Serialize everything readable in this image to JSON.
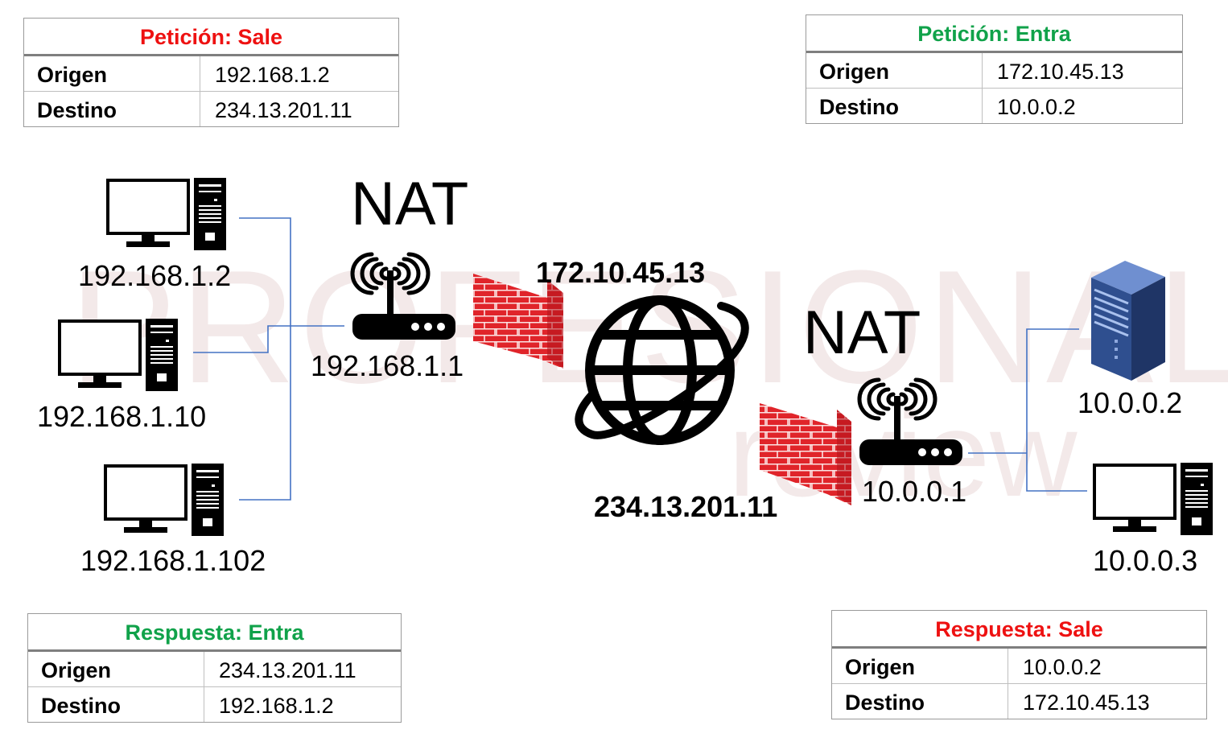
{
  "watermark": {
    "line1": "PROFESIONAL",
    "line2": "review"
  },
  "colors": {
    "sale": "#ee1111",
    "entra": "#10a24a",
    "link": "#4472c4",
    "firewall": "#e0242a",
    "server": "#2f4f8f"
  },
  "tables": {
    "top_left": {
      "title": "Petición: Sale",
      "rows": [
        {
          "key": "Origen",
          "value": "192.168.1.2"
        },
        {
          "key": "Destino",
          "value": "234.13.201.11"
        }
      ]
    },
    "top_right": {
      "title": "Petición: Entra",
      "rows": [
        {
          "key": "Origen",
          "value": "172.10.45.13"
        },
        {
          "key": "Destino",
          "value": "10.0.0.2"
        }
      ]
    },
    "bottom_left": {
      "title": "Respuesta: Entra",
      "rows": [
        {
          "key": "Origen",
          "value": "234.13.201.11"
        },
        {
          "key": "Destino",
          "value": "192.168.1.2"
        }
      ]
    },
    "bottom_right": {
      "title": "Respuesta: Sale",
      "rows": [
        {
          "key": "Origen",
          "value": "10.0.0.2"
        },
        {
          "key": "Destino",
          "value": "172.10.45.13"
        }
      ]
    }
  },
  "nodes": {
    "pc1": "192.168.1.2",
    "pc2": "192.168.1.10",
    "pc3": "192.168.1.102",
    "router_left": "192.168.1.1",
    "router_right": "10.0.0.1",
    "internet_top": "172.10.45.13",
    "internet_bottom": "234.13.201.11",
    "server": "10.0.0.2",
    "pc_right": "10.0.0.3"
  },
  "nat_left": "NAT",
  "nat_right": "NAT",
  "icons": [
    "monitor-icon",
    "tower-icon",
    "router-icon",
    "wifi-signal-icon",
    "firewall-icon",
    "globe-icon",
    "server-rack-icon"
  ]
}
